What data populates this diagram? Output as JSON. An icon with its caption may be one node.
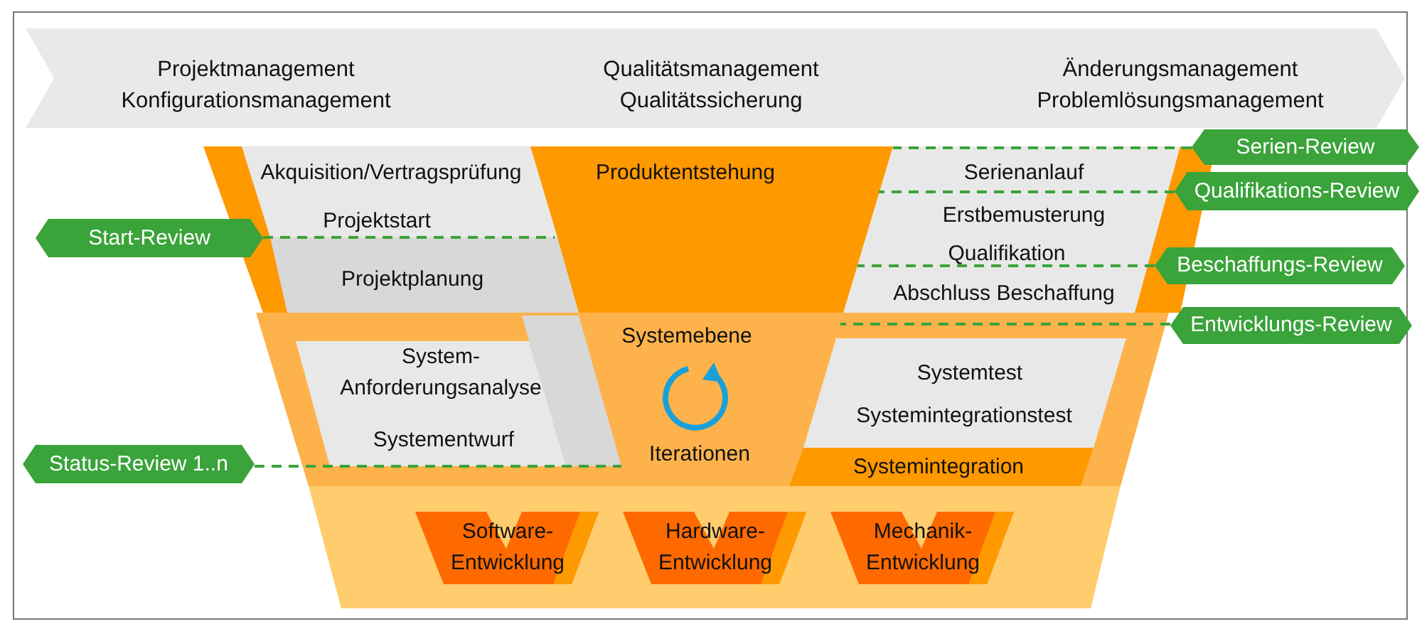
{
  "diagram": {
    "nodes": [
      {
        "text": [
          "Projektmanagement Konfigurationsmanagement",
          "Qualitätsmanagement Qualitätssicherung",
          "Änderungsmanagement Problemlösungsmanagement"
        ]
      },
      {
        "text": [
          "Produktentstehung"
        ]
      },
      {
        "text": [
          "Akquisition/Vertragsprüfung",
          "Projektstart",
          "Projektplanung"
        ],
        "in": 1
      },
      {
        "text": [
          "Serienanlauf",
          "Erstbemusterung",
          "Qualifikation",
          "Abschluss Beschaffung"
        ],
        "in": 1
      },
      {
        "text": [
          "Start-Review"
        ]
      },
      {
        "text": [
          "Serien-Review"
        ]
      },
      {
        "text": [
          "Qualifikations-Review"
        ]
      },
      {
        "text": [
          "Beschaffungs-Review"
        ]
      },
      {
        "text": [
          "Entwicklungs-Review"
        ]
      },
      {
        "text": [
          "Systemebene",
          "Iterationen"
        ]
      },
      {
        "text": [
          "System- Anforderungsanalyse",
          "Systementwurf"
        ],
        "in": 9
      },
      {
        "text": [
          "Systemtest",
          "Systemintegrationstest"
        ],
        "in": 9
      },
      {
        "text": [
          "Systemintegration"
        ],
        "in": 9
      },
      {
        "text": [
          "Status-Review 1..n"
        ]
      },
      {
        "text": [],
        "shape": "box"
      },
      {
        "text": [
          "Software- Entwicklung"
        ],
        "in": 14
      },
      {
        "text": [
          "Hardware- Entwicklung"
        ],
        "in": 14
      },
      {
        "text": [
          "Mechanik- Entwicklung"
        ],
        "in": 14
      }
    ],
    "edges": [
      {
        "from": 4,
        "to": 2,
        "arrow": "none",
        "style": "dashed"
      },
      {
        "from": 5,
        "to": 3,
        "arrow": "none",
        "style": "dashed"
      },
      {
        "from": 6,
        "to": 3,
        "arrow": "none",
        "style": "dashed"
      },
      {
        "from": 7,
        "to": 3,
        "arrow": "none",
        "style": "dashed"
      },
      {
        "from": 8,
        "to": 11,
        "arrow": "none",
        "style": "dashed"
      },
      {
        "from": 13,
        "to": 10,
        "arrow": "none",
        "style": "dashed"
      }
    ]
  }
}
